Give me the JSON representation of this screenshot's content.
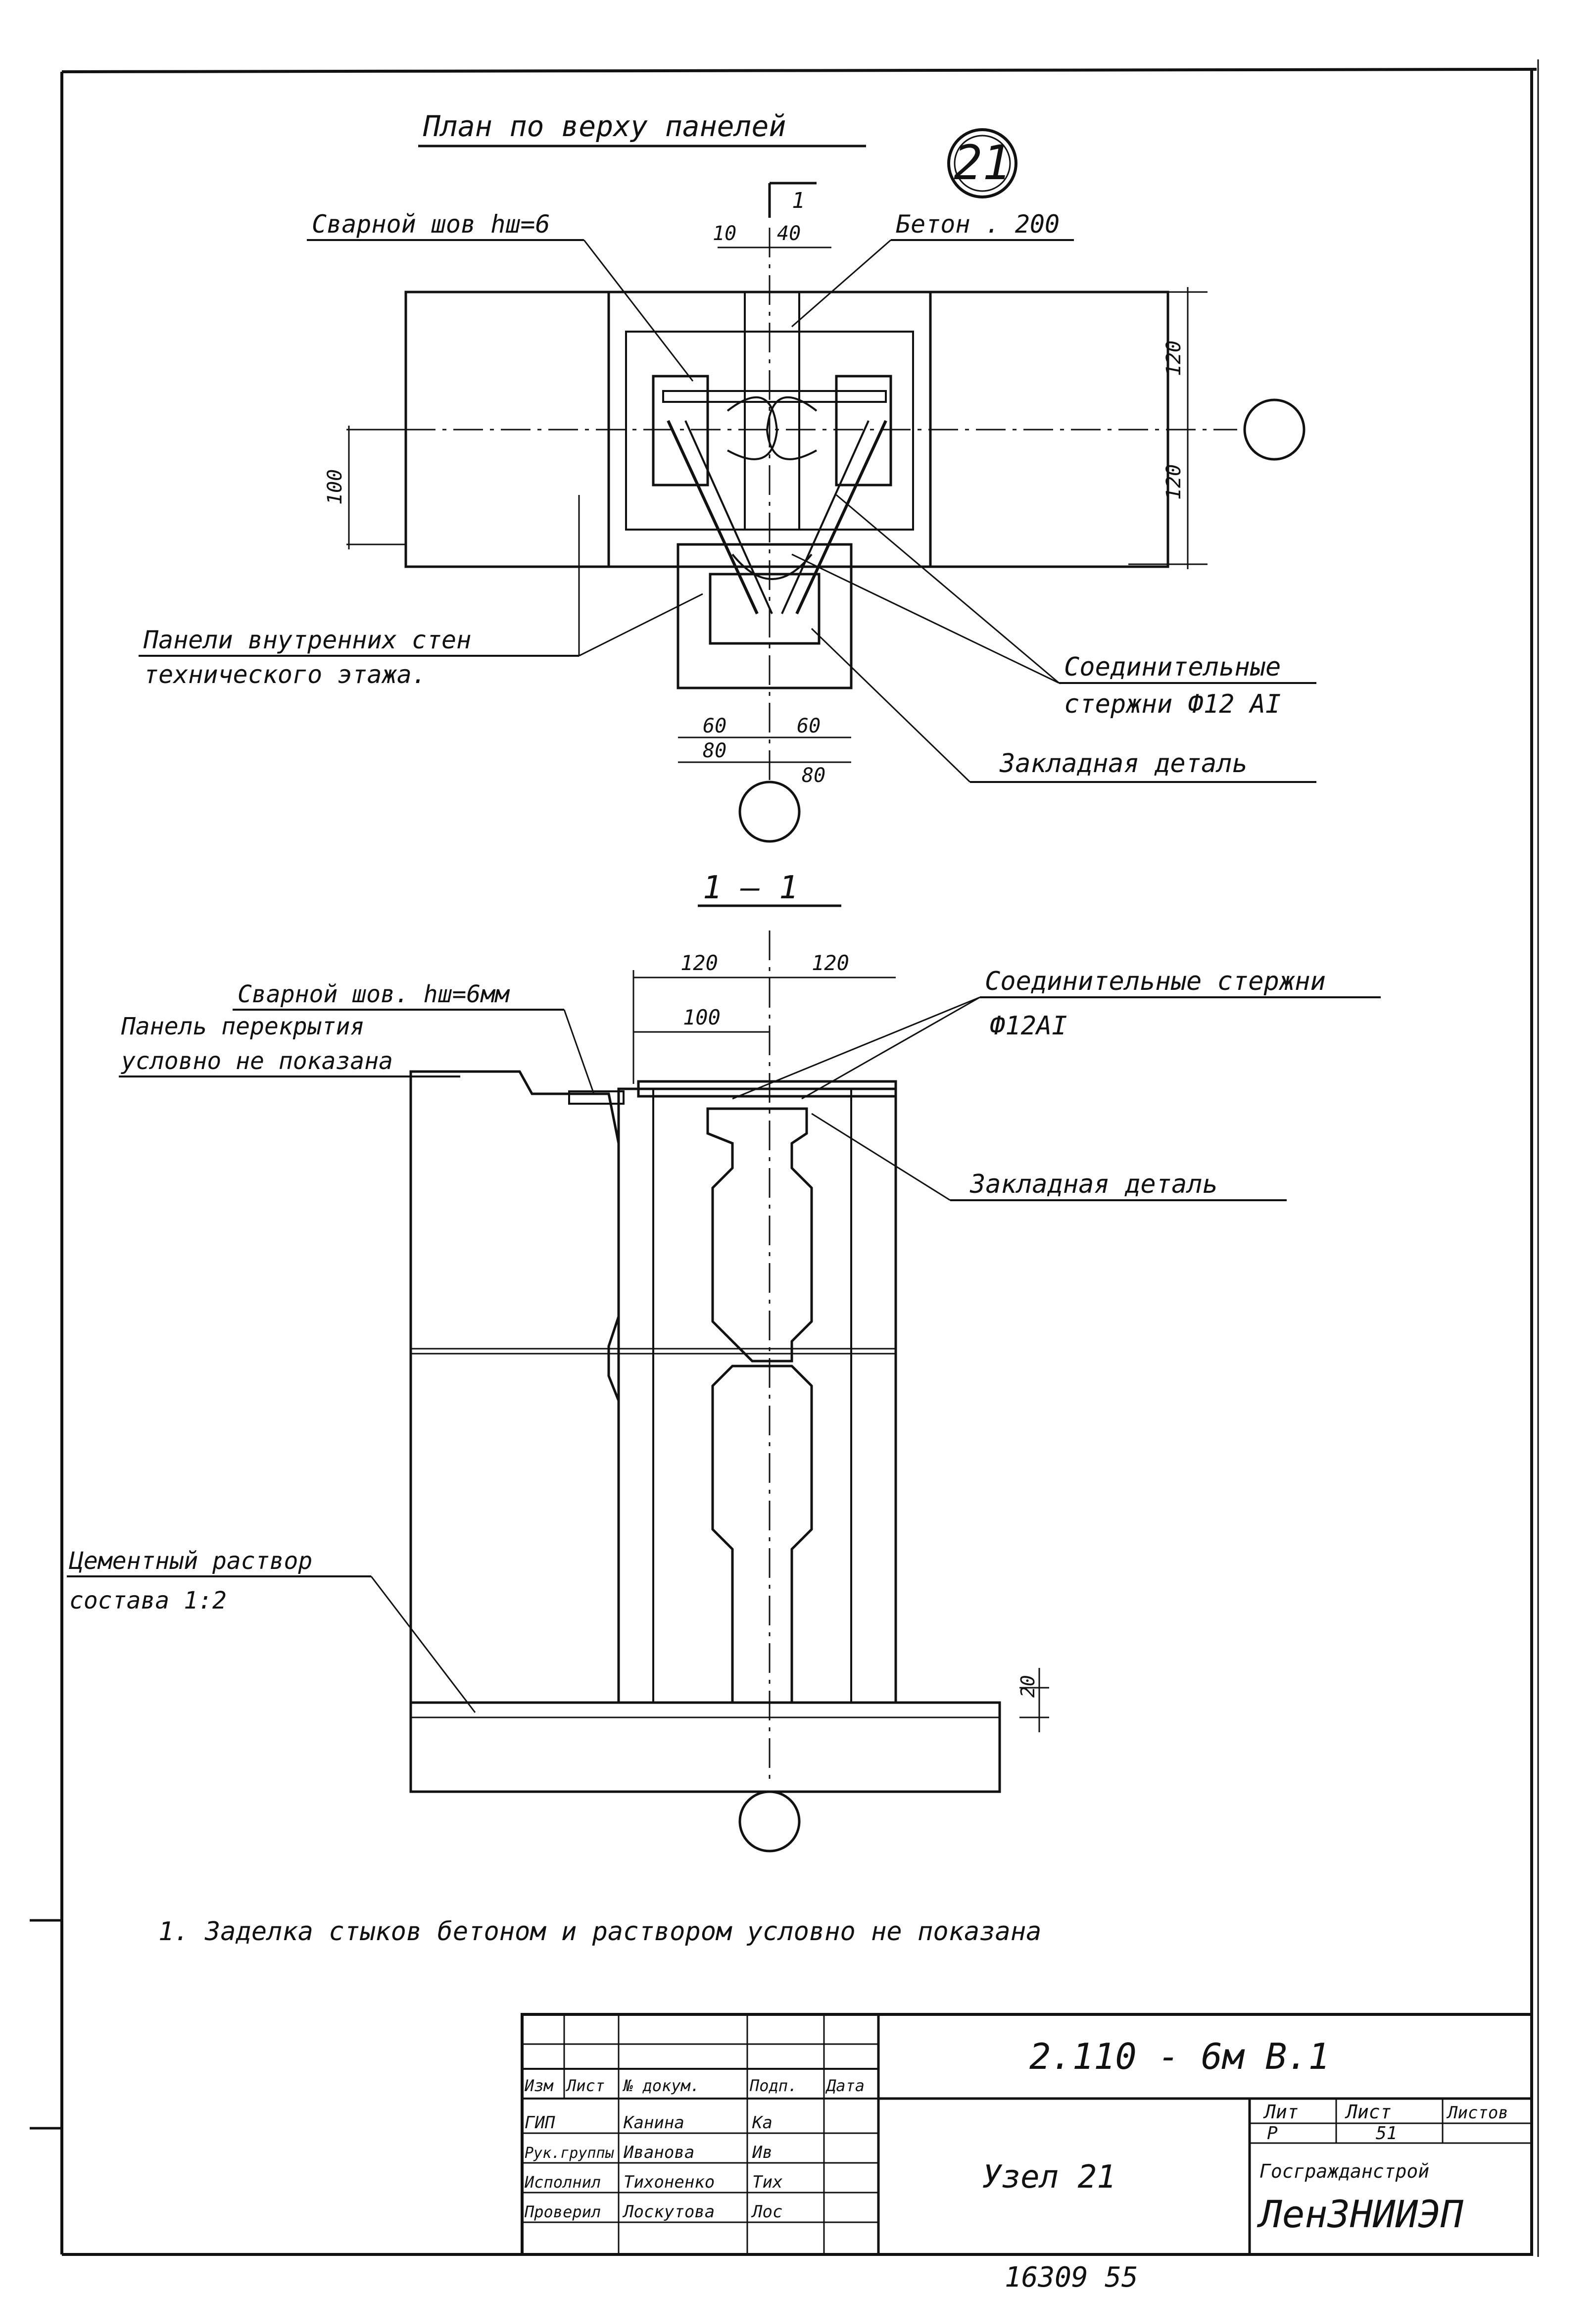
{
  "drawing": {
    "plan_title": "План по верху панелей",
    "node_number": "21",
    "section_mark_top": "1",
    "weld_plan": "Сварной шов hш=6",
    "concrete": "Бетон . 200",
    "panels_line1": "Панели внутренних стен",
    "panels_line2": "технического этажа.",
    "rods_line1": "Соединительные",
    "rods_line2": "стержни Ф12 АI",
    "embedded_plan": "Закладная деталь",
    "dim_10": "10",
    "dim_40": "40",
    "dim_120a": "120",
    "dim_120b": "120",
    "dim_100_left": "100",
    "dim_60a": "60",
    "dim_60b": "60",
    "dim_80a": "80",
    "dim_80b": "80",
    "section_label": "1 — 1",
    "weld_section": "Сварной шов. hш=6мм",
    "slab_line1": "Панель перекрытия",
    "slab_line2": "условно не показана",
    "rods_section_line1": "Соединительные стержни",
    "rods_section_line2": "Ф12АI",
    "embedded_section": "Закладная деталь",
    "dim_sec_120a": "120",
    "dim_sec_120b": "120",
    "dim_sec_100": "100",
    "mortar_line1": "Цементный раствор",
    "mortar_line2": "состава 1:2",
    "dim_20": "20",
    "note": "1. Заделка стыков бетоном и раствором условно не показана"
  },
  "titleblock": {
    "code": "2.110 - 6м  В.1",
    "sheet_title": "Узел 21",
    "col_izm": "Изм",
    "col_list": "Лист",
    "col_doc": "№ докум.",
    "col_sign": "Подп.",
    "col_date": "Дата",
    "rows": [
      {
        "role": "ГИП",
        "name": "Канина",
        "sign": "Ка"
      },
      {
        "role": "Рук.группы",
        "name": "Иванова",
        "sign": "Ив"
      },
      {
        "role": "Исполнил",
        "name": "Тихоненко",
        "sign": "Тих"
      },
      {
        "role": "Проверил",
        "name": "Лоскутова",
        "sign": "Лос"
      }
    ],
    "lit_label": "Лит",
    "sheet_label": "Лист",
    "sheets_label": "Листов",
    "lit_value": "Р",
    "sheet_value": "51",
    "org_line1": "Госгражданстрой",
    "org_line2": "ЛенЗНИИЭП",
    "footer_number": "16309   55"
  }
}
